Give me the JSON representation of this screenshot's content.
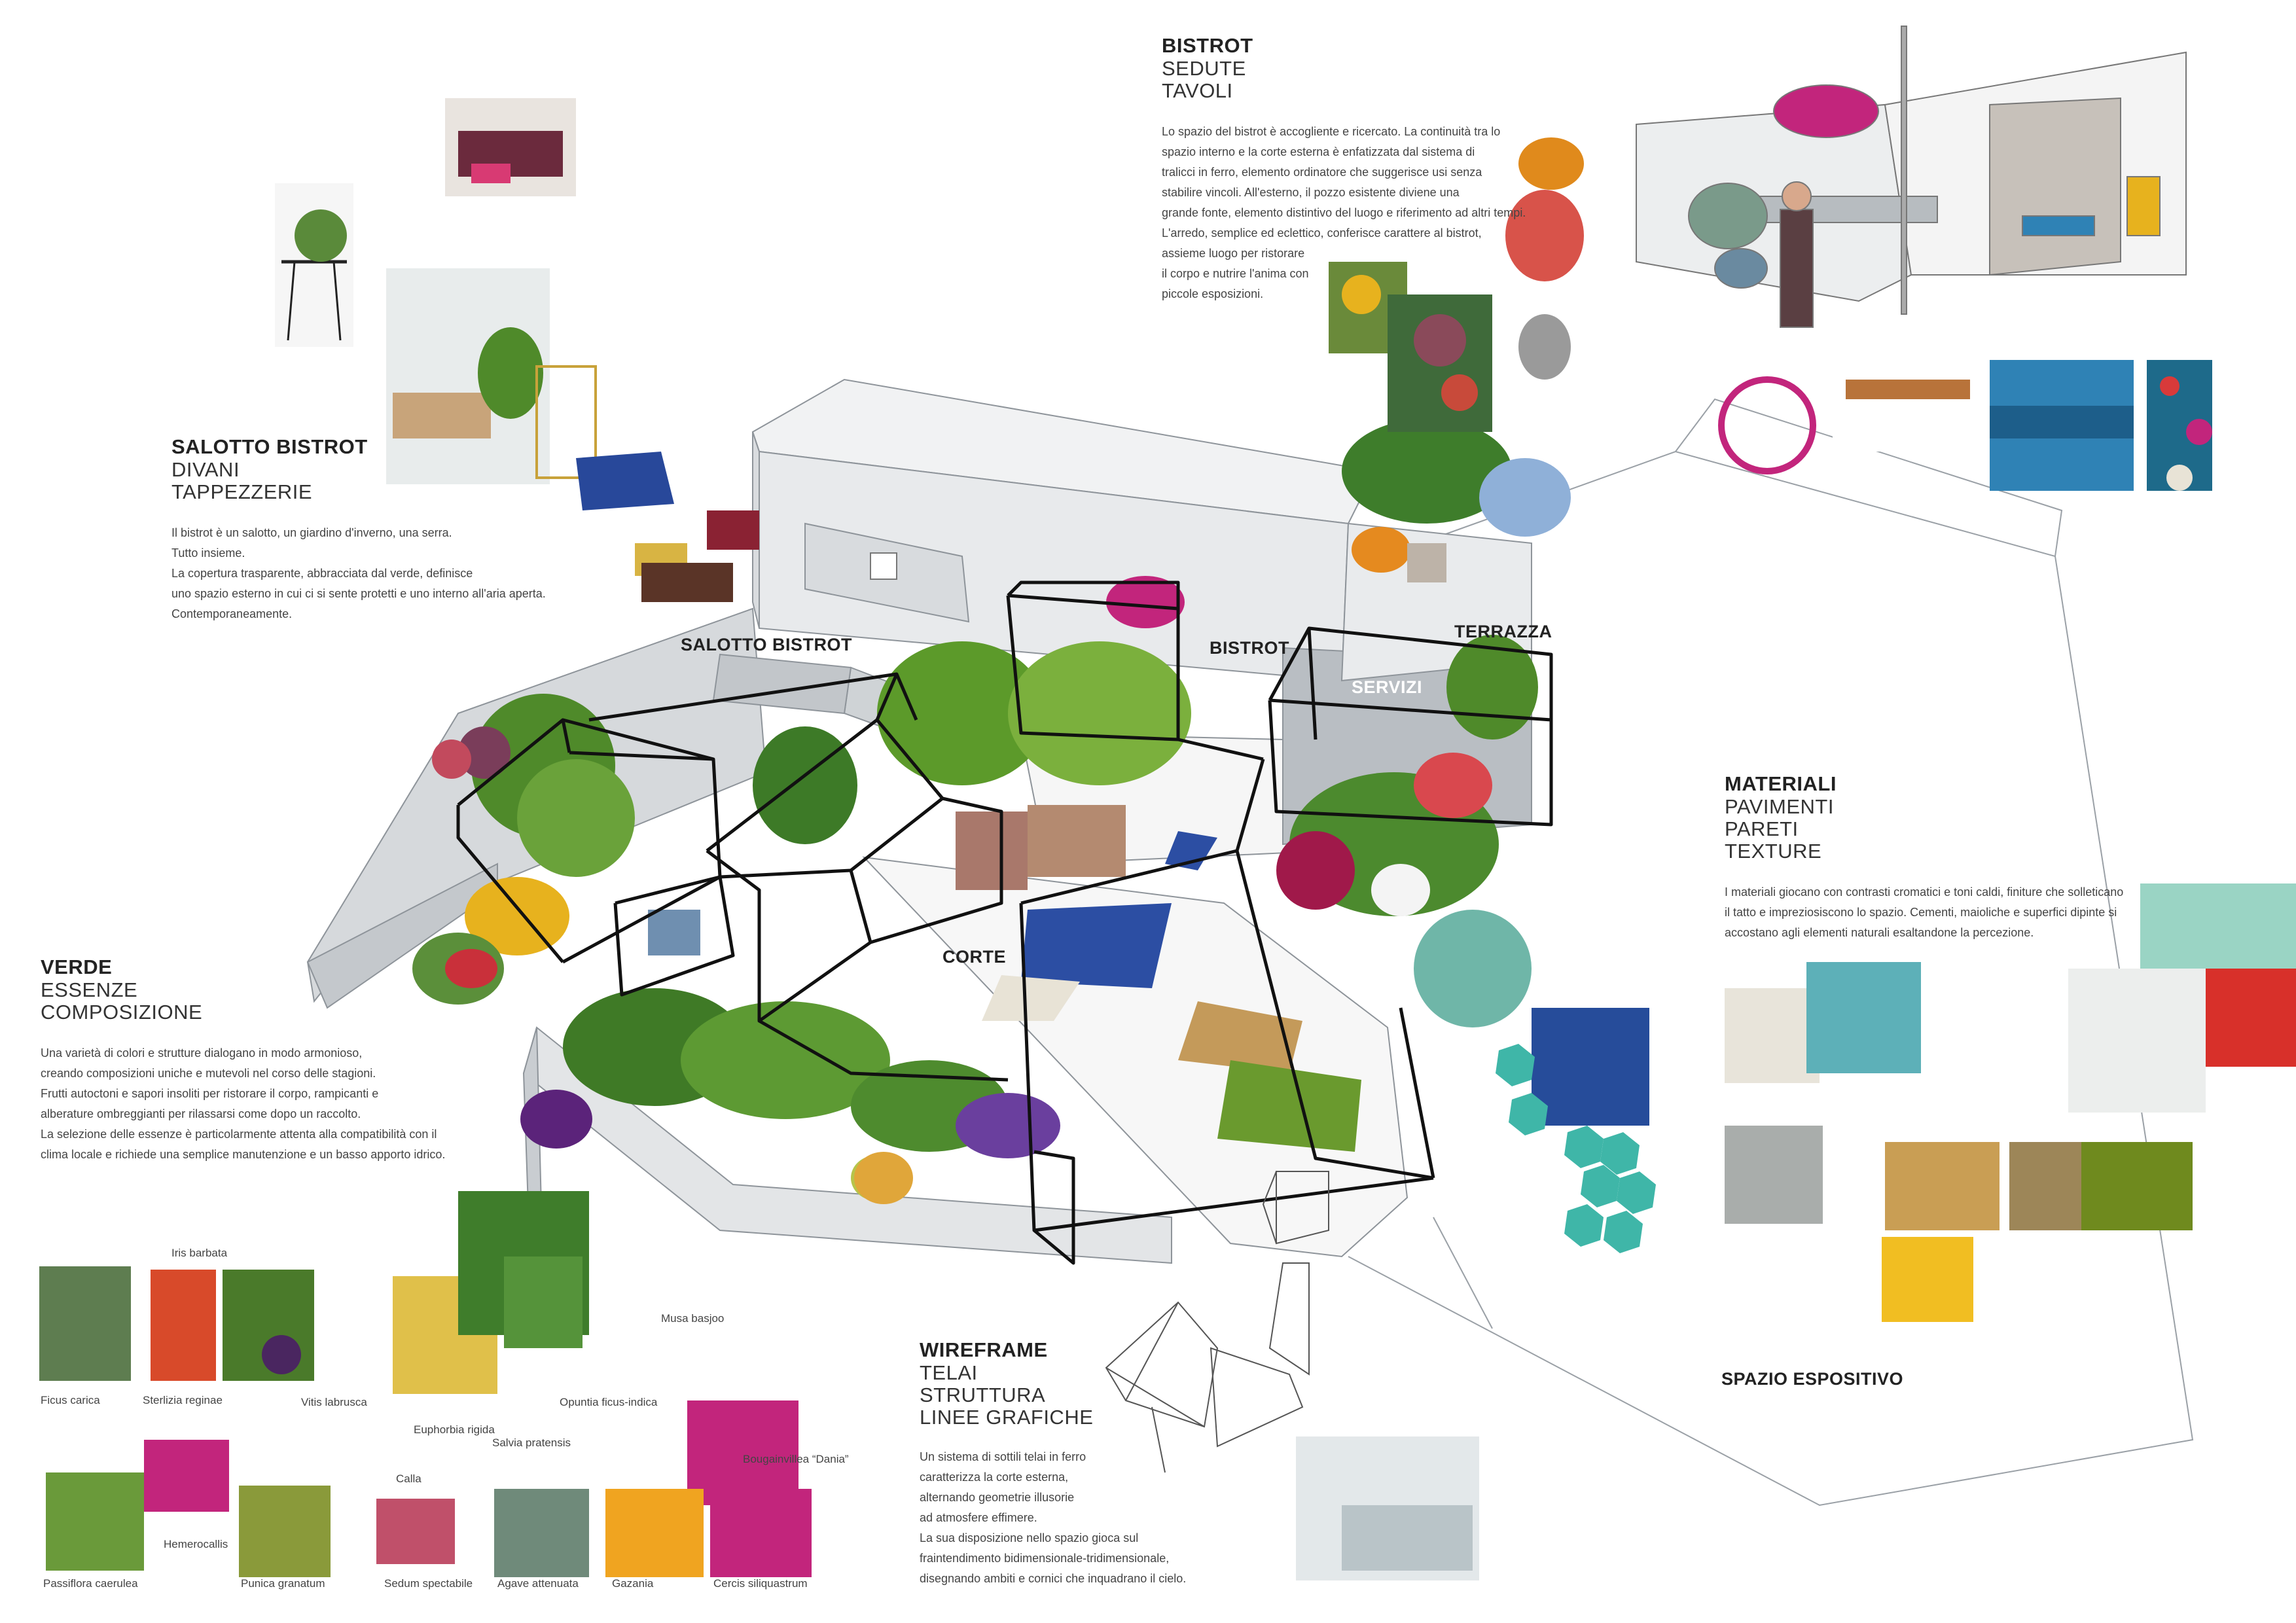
{
  "sections": {
    "bistrot": {
      "title": "BISTROT",
      "sub": [
        "SEDUTE",
        "TAVOLI"
      ],
      "body": [
        "Lo spazio del bistrot è accogliente e ricercato. La continuità tra lo",
        "spazio interno e la corte esterna è enfatizzata dal sistema di",
        "tralicci in ferro, elemento ordinatore che suggerisce usi senza",
        "stabilire vincoli. All'esterno, il pozzo esistente diviene una",
        "grande fonte, elemento distintivo del luogo e riferimento ad altri tempi.",
        "L'arredo, semplice ed eclettico, conferisce carattere al bistrot,",
        "assieme luogo per ristorare",
        "il corpo e nutrire l'anima con",
        "piccole esposizioni."
      ]
    },
    "salotto": {
      "title": "SALOTTO BISTROT",
      "sub": [
        "DIVANI",
        "TAPPEZZERIE"
      ],
      "body": [
        "Il bistrot è un salotto, un giardino d'inverno, una serra.",
        "Tutto insieme.",
        "La copertura trasparente, abbracciata dal verde, definisce",
        "uno spazio esterno in cui ci si sente protetti e uno interno all'aria aperta.",
        "Contemporaneamente."
      ]
    },
    "verde": {
      "title": "VERDE",
      "sub": [
        "ESSENZE",
        "COMPOSIZIONE"
      ],
      "body": [
        "Una varietà di colori e strutture dialogano in modo armonioso,",
        "creando composizioni uniche e mutevoli nel corso delle stagioni.",
        "Frutti autoctoni e sapori insoliti per ristorare il corpo, rampicanti e",
        "alberature ombreggianti per rilassarsi come dopo un raccolto.",
        "La selezione delle essenze è particolarmente attenta alla compatibilità con il",
        "clima locale e richiede una semplice manutenzione e un basso apporto idrico."
      ]
    },
    "materiali": {
      "title": "MATERIALI",
      "sub": [
        "PAVIMENTI",
        "PARETI",
        "TEXTURE"
      ],
      "body": [
        "I materiali giocano con contrasti cromatici e toni caldi, finiture che solleticano",
        "il tatto e impreziosiscono lo spazio. Cementi, maioliche e superfici dipinte si",
        "accostano agli elementi naturali esaltandone la percezione."
      ]
    },
    "wireframe": {
      "title": "WIREFRAME",
      "sub": [
        "TELAI",
        "STRUTTURA",
        "LINEE GRAFICHE"
      ],
      "body": [
        "Un sistema di sottili telai in ferro",
        "caratterizza la corte esterna,",
        "alternando geometrie illusorie",
        "ad atmosfere effimere.",
        "La sua disposizione nello spazio gioca sul",
        "fraintendimento bidimensionale-tridimensionale,",
        "disegnando ambiti e cornici che inquadrano il cielo."
      ]
    }
  },
  "zones": {
    "salotto": "SALOTTO BISTROT",
    "bistrot": "BISTROT",
    "terrazza": "TERRAZZA",
    "servizi": "SERVIZI",
    "corte": "CORTE",
    "spazio": "SPAZIO ESPOSITIVO"
  },
  "plants": {
    "iris": "Iris barbata",
    "ficus": "Ficus carica",
    "sterlizia": "Sterlizia reginae",
    "vitis": "Vitis labrusca",
    "euphorbia": "Euphorbia rigida",
    "salvia": "Salvia pratensis",
    "opuntia": "Opuntia ficus-indica",
    "musa": "Musa basjoo",
    "bougainvillea": "Bougainvillea “Dania”",
    "calla": "Calla",
    "hemerocallis": "Hemerocallis",
    "passiflora": "Passiflora caerulea",
    "punica": "Punica granatum",
    "sedum": "Sedum spectabile",
    "agave": "Agave attenuata",
    "gazania": "Gazania",
    "cercis": "Cercis siliquastrum"
  },
  "colors": {
    "text": "#333333",
    "wire": "#111111",
    "building": "#c8ccd0",
    "green": "#4f8a2a",
    "teal": "#3fb6a8",
    "magenta": "#c2257c"
  }
}
